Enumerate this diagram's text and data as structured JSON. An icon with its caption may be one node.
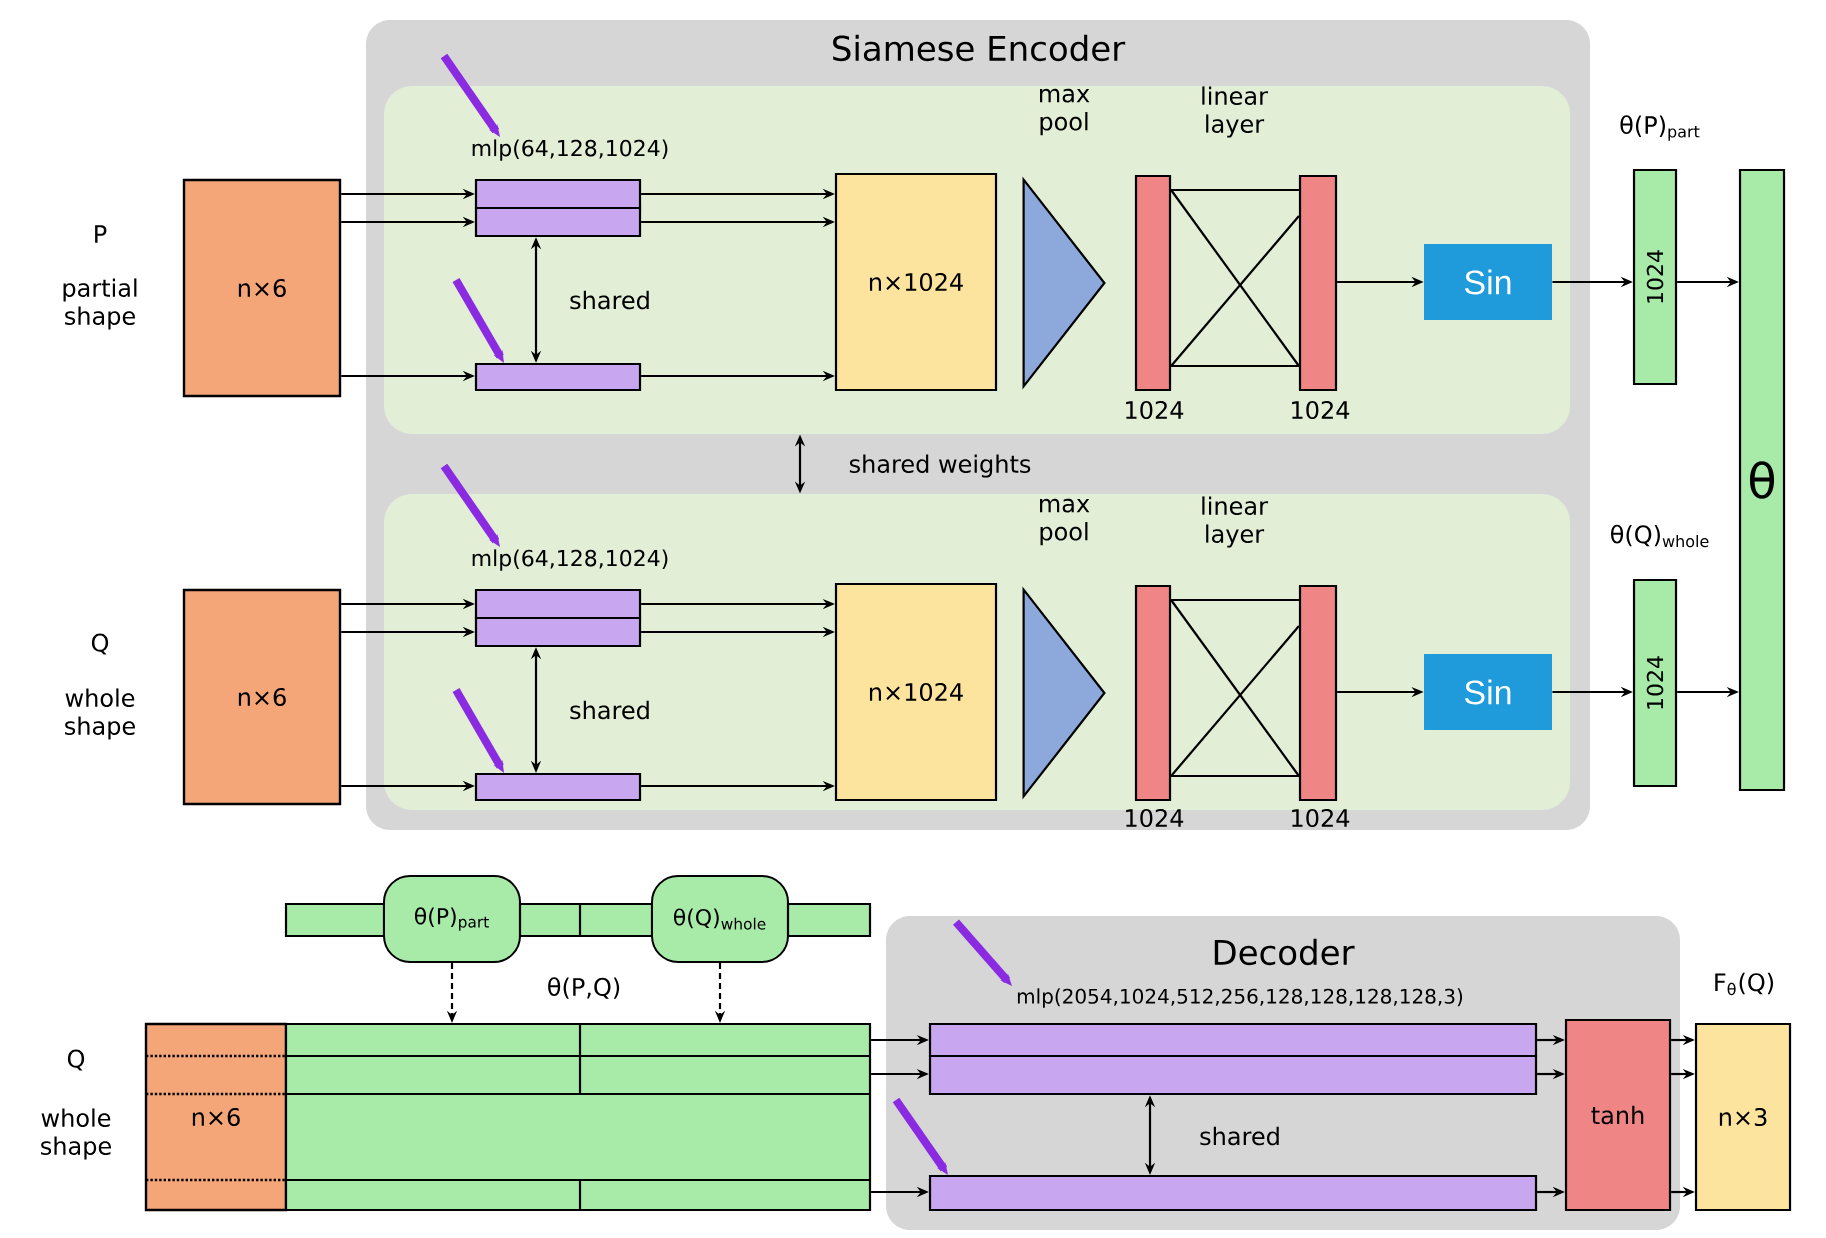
{
  "diagram": {
    "nodes": [
      {
        "text": [
          "Siamese Encoder"
        ]
      },
      {
        "text": [],
        "shape": "box",
        "in": 0
      },
      {
        "text": [
          "n×6"
        ],
        "beside": [
          "P",
          "partial shape"
        ]
      },
      {
        "text": [
          "mlp(64,128,1024)"
        ],
        "in": 1
      },
      {
        "text": [],
        "shape": "bar",
        "in": 1
      },
      {
        "text": [],
        "shape": "bar",
        "in": 1
      },
      {
        "text": [],
        "shape": "bar",
        "in": 1
      },
      {
        "text": [
          "n×1024"
        ],
        "in": 1
      },
      {
        "text": [],
        "shape": "triangle",
        "beside": [
          "max pool"
        ],
        "in": 1
      },
      {
        "text": [],
        "shape": "bar",
        "beside": [
          "1024"
        ],
        "in": 1
      },
      {
        "text": [],
        "shape": "bar",
        "beside": [
          "1024"
        ],
        "in": 1
      },
      {
        "text": [
          "Sin"
        ],
        "in": 1
      },
      {
        "text": [
          "1024"
        ],
        "beside": [
          "θ(P)$_{part}$"
        ]
      },
      {
        "text": [],
        "shape": "box",
        "in": 0
      },
      {
        "text": [
          "n×6"
        ],
        "beside": [
          "Q",
          "whole shape"
        ]
      },
      {
        "text": [
          "mlp(64,128,1024)"
        ],
        "in": 13
      },
      {
        "text": [],
        "shape": "bar",
        "in": 13
      },
      {
        "text": [],
        "shape": "bar",
        "in": 13
      },
      {
        "text": [],
        "shape": "bar",
        "in": 13
      },
      {
        "text": [
          "n×1024"
        ],
        "in": 13
      },
      {
        "text": [],
        "shape": "triangle",
        "beside": [
          "max pool"
        ],
        "in": 13
      },
      {
        "text": [],
        "shape": "bar",
        "beside": [
          "1024"
        ],
        "in": 13
      },
      {
        "text": [],
        "shape": "bar",
        "beside": [
          "1024"
        ],
        "in": 13
      },
      {
        "text": [
          "Sin"
        ],
        "in": 13
      },
      {
        "text": [
          "1024"
        ],
        "beside": [
          "θ(Q)$_{whole}$"
        ]
      },
      {
        "text": [
          "θ"
        ]
      },
      {
        "text": [],
        "shape": "bar"
      },
      {
        "text": [
          "θ(P)$_{part}$"
        ]
      },
      {
        "text": [],
        "shape": "bar"
      },
      {
        "text": [
          "θ(Q)$_{whole}$"
        ]
      },
      {
        "text": [],
        "shape": "bar"
      },
      {
        "text": [
          "n×6"
        ],
        "beside": [
          "Q",
          "whole shape"
        ]
      },
      {
        "text": [],
        "shape": "box"
      },
      {
        "text": [
          "Decoder"
        ]
      },
      {
        "text": [
          "mlp(2054,1024,512,256,128,128,128,128,3)"
        ],
        "in": 33
      },
      {
        "text": [],
        "shape": "bar",
        "in": 33
      },
      {
        "text": [],
        "shape": "bar",
        "in": 33
      },
      {
        "text": [],
        "shape": "bar",
        "in": 33
      },
      {
        "text": [
          "tanh"
        ],
        "in": 33
      },
      {
        "text": [
          "n×3"
        ],
        "beside": [
          "F$_{θ}$(Q)"
        ]
      }
    ],
    "edges": [
      {
        "from": null,
        "to": 3,
        "arrow": "to",
        "style": "thick",
        "color": "#8a2be2"
      },
      {
        "from": null,
        "to": 6,
        "arrow": "to",
        "style": "thick",
        "color": "#8a2be2"
      },
      {
        "from": 2,
        "to": 4,
        "arrow": "to"
      },
      {
        "from": 2,
        "to": 5,
        "arrow": "to"
      },
      {
        "from": 2,
        "to": 6,
        "arrow": "to"
      },
      {
        "from": 5,
        "to": 6,
        "arrow": "both",
        "label": "shared"
      },
      {
        "from": 4,
        "to": 7,
        "arrow": "to"
      },
      {
        "from": 5,
        "to": 7,
        "arrow": "to"
      },
      {
        "from": 6,
        "to": 7,
        "arrow": "to"
      },
      {
        "from": 9,
        "to": 10,
        "arrow": "none"
      },
      {
        "from": 9,
        "to": 10,
        "arrow": "none"
      },
      {
        "from": 9,
        "to": 10,
        "arrow": "none"
      },
      {
        "from": 9,
        "to": 10,
        "arrow": "none"
      },
      {
        "from": 10,
        "to": 11,
        "arrow": "to"
      },
      {
        "from": 11,
        "to": 12,
        "arrow": "to"
      },
      {
        "from": 12,
        "to": 25,
        "arrow": "to"
      },
      {
        "from": 1,
        "to": 13,
        "arrow": "both",
        "label": "shared weights"
      },
      {
        "from": null,
        "to": 15,
        "arrow": "to",
        "style": "thick",
        "color": "#8a2be2"
      },
      {
        "from": null,
        "to": 18,
        "arrow": "to",
        "style": "thick",
        "color": "#8a2be2"
      },
      {
        "from": 14,
        "to": 16,
        "arrow": "to"
      },
      {
        "from": 14,
        "to": 17,
        "arrow": "to"
      },
      {
        "from": 14,
        "to": 18,
        "arrow": "to"
      },
      {
        "from": 17,
        "to": 18,
        "arrow": "both",
        "label": "shared"
      },
      {
        "from": 16,
        "to": 19,
        "arrow": "to"
      },
      {
        "from": 17,
        "to": 19,
        "arrow": "to"
      },
      {
        "from": 18,
        "to": 19,
        "arrow": "to"
      },
      {
        "from": 21,
        "to": 22,
        "arrow": "none"
      },
      {
        "from": 21,
        "to": 22,
        "arrow": "none"
      },
      {
        "from": 21,
        "to": 22,
        "arrow": "none"
      },
      {
        "from": 21,
        "to": 22,
        "arrow": "none"
      },
      {
        "from": 22,
        "to": 23,
        "arrow": "to"
      },
      {
        "from": 23,
        "to": 24,
        "arrow": "to"
      },
      {
        "from": 24,
        "to": 25,
        "arrow": "to"
      },
      {
        "from": 27,
        "to": 32,
        "arrow": "to",
        "style": "dashed"
      },
      {
        "from": 29,
        "to": 32,
        "arrow": "to",
        "style": "dashed"
      },
      {
        "from": 32,
        "to": 35,
        "arrow": "to"
      },
      {
        "from": 32,
        "to": 36,
        "arrow": "to"
      },
      {
        "from": 32,
        "to": 37,
        "arrow": "to"
      },
      {
        "from": null,
        "to": 34,
        "arrow": "to",
        "style": "thick",
        "color": "#8a2be2"
      },
      {
        "from": null,
        "to": 37,
        "arrow": "to",
        "style": "thick",
        "color": "#8a2be2"
      },
      {
        "from": 36,
        "to": 37,
        "arrow": "both",
        "label": "shared"
      },
      {
        "from": 35,
        "to": 38,
        "arrow": "to"
      },
      {
        "from": 36,
        "to": 38,
        "arrow": "to"
      },
      {
        "from": 37,
        "to": 38,
        "arrow": "to"
      },
      {
        "from": 38,
        "to": 39,
        "arrow": "to"
      },
      {
        "from": 38,
        "to": 39,
        "arrow": "to"
      },
      {
        "from": 38,
        "to": 39,
        "arrow": "to"
      }
    ],
    "labels": [
      "linear layer",
      "linear layer",
      "θ(P,Q)"
    ]
  }
}
